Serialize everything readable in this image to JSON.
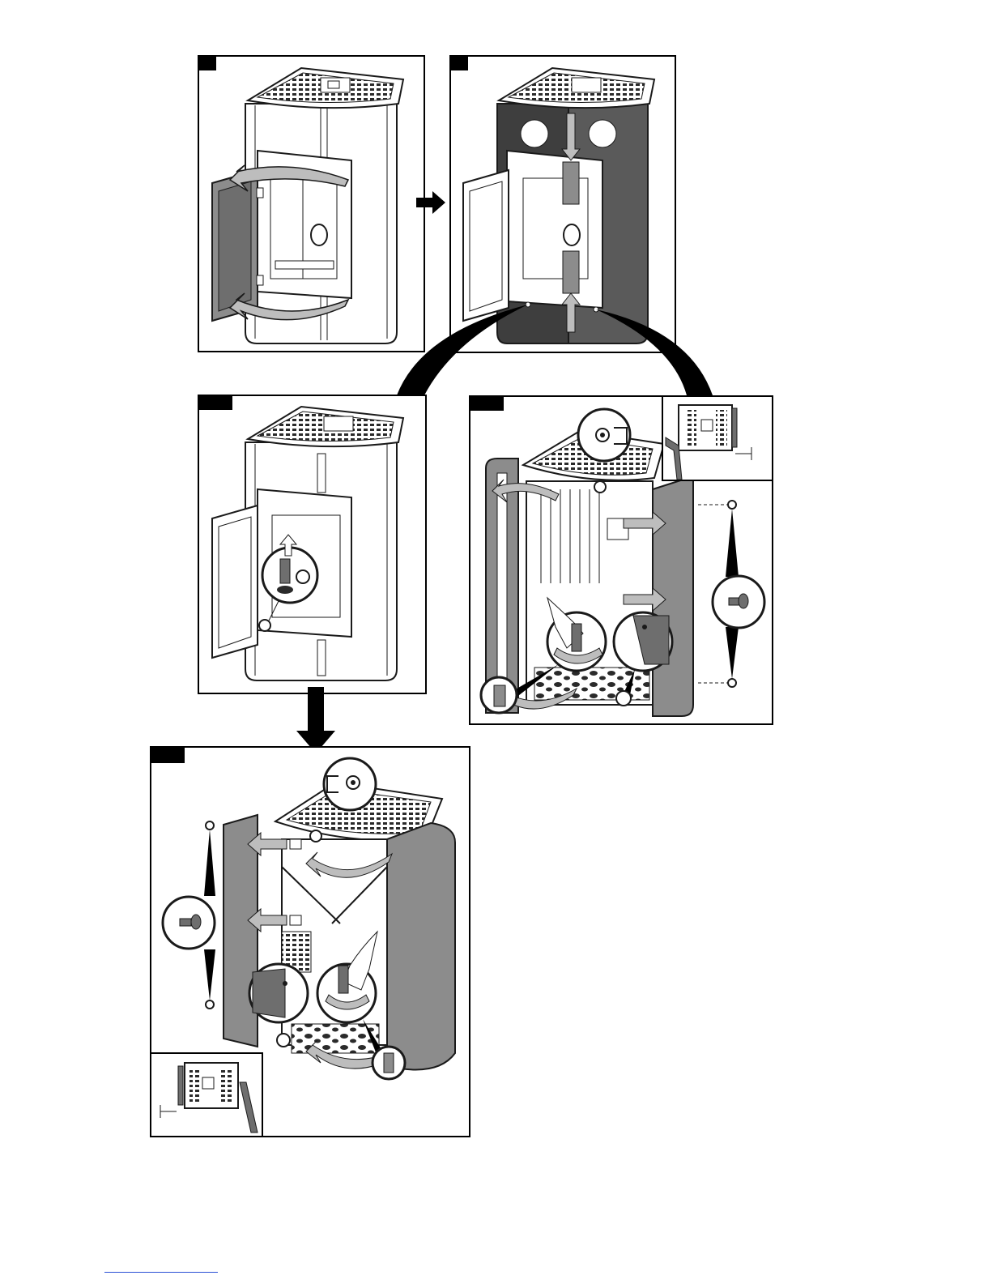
{
  "colors": {
    "frame": "#000000",
    "paper": "#ffffff",
    "line": "#1a1a1a",
    "panel_grey": "#8c8c8c",
    "panel_dark": "#3e3e3e",
    "panel_mid": "#5a5a5a",
    "arrow_grey": "#a6a6a6",
    "arrow_fill": "#bdbdbd",
    "link": "#2a4fd6"
  },
  "steps": [
    {
      "label": "",
      "name": "step-1-open-door"
    },
    {
      "label": "",
      "name": "step-2-side-panels-highlighted"
    },
    {
      "label": "",
      "name": "step-3-release-latch"
    },
    {
      "label": "",
      "name": "step-4-remove-right-panel"
    },
    {
      "label": "",
      "name": "step-5-remove-left-panel"
    }
  ],
  "icons": [
    "stove-icon",
    "door-swing-arrow-icon",
    "next-step-arrow-icon",
    "screw-detail-icon",
    "hand-latch-detail-icon",
    "hinge-detail-icon",
    "remove-panel-arrow-icon",
    "top-view-inset-icon"
  ]
}
